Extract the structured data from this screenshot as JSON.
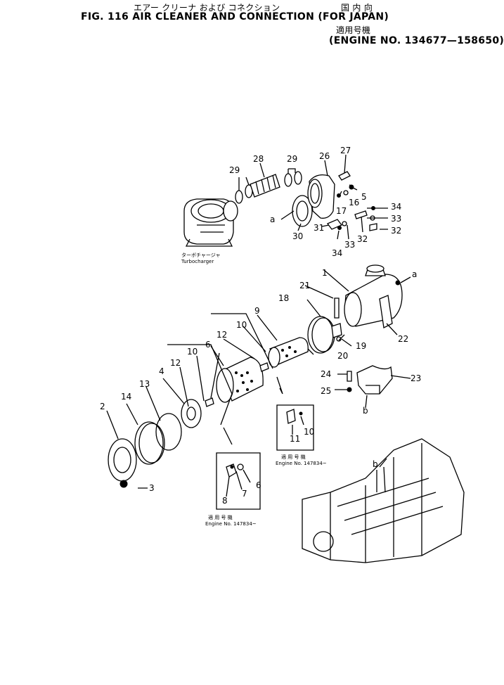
{
  "header": {
    "jp_title": "エアー クリーナ および コネクション",
    "jp_region": "国 内 向",
    "title": "FIG. 116  AIR CLEANER AND CONNECTION (FOR JAPAN)",
    "jp_applicable": "適用号機",
    "engine_range": "(ENGINE NO. 134677—158650)"
  },
  "callouts": {
    "turbo_jp": "ターボチャージャ",
    "turbo_en": "Turbocharger",
    "applic_jp": "適 用 号 機",
    "engine_note_1": "Engine  No.  147834~",
    "engine_note_2": "Engine  No.  147834~"
  },
  "part_labels": [
    "1",
    "2",
    "3",
    "4",
    "5",
    "6",
    "7",
    "8",
    "9",
    "10",
    "11",
    "12",
    "13",
    "14",
    "16",
    "17",
    "18",
    "19",
    "20",
    "21",
    "22",
    "23",
    "24",
    "25",
    "26",
    "27",
    "28",
    "29",
    "30",
    "31",
    "32",
    "33",
    "34",
    "a",
    "b"
  ]
}
